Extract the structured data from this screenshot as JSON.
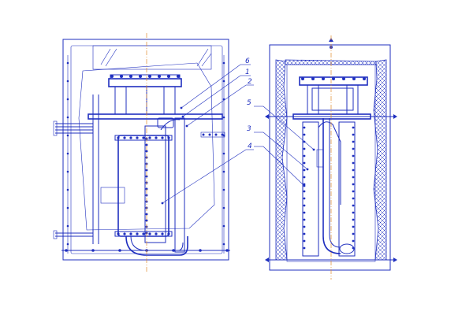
{
  "colors": {
    "ink": "#1f2fbf",
    "axis": "#e08a2a",
    "paper": "#ffffff"
  },
  "callouts": [
    {
      "id": "6",
      "text": "6"
    },
    {
      "id": "1",
      "text": "1"
    },
    {
      "id": "2",
      "text": "2"
    },
    {
      "id": "4",
      "text": "4"
    },
    {
      "id": "5",
      "text": "5"
    },
    {
      "id": "3",
      "text": "3"
    }
  ]
}
